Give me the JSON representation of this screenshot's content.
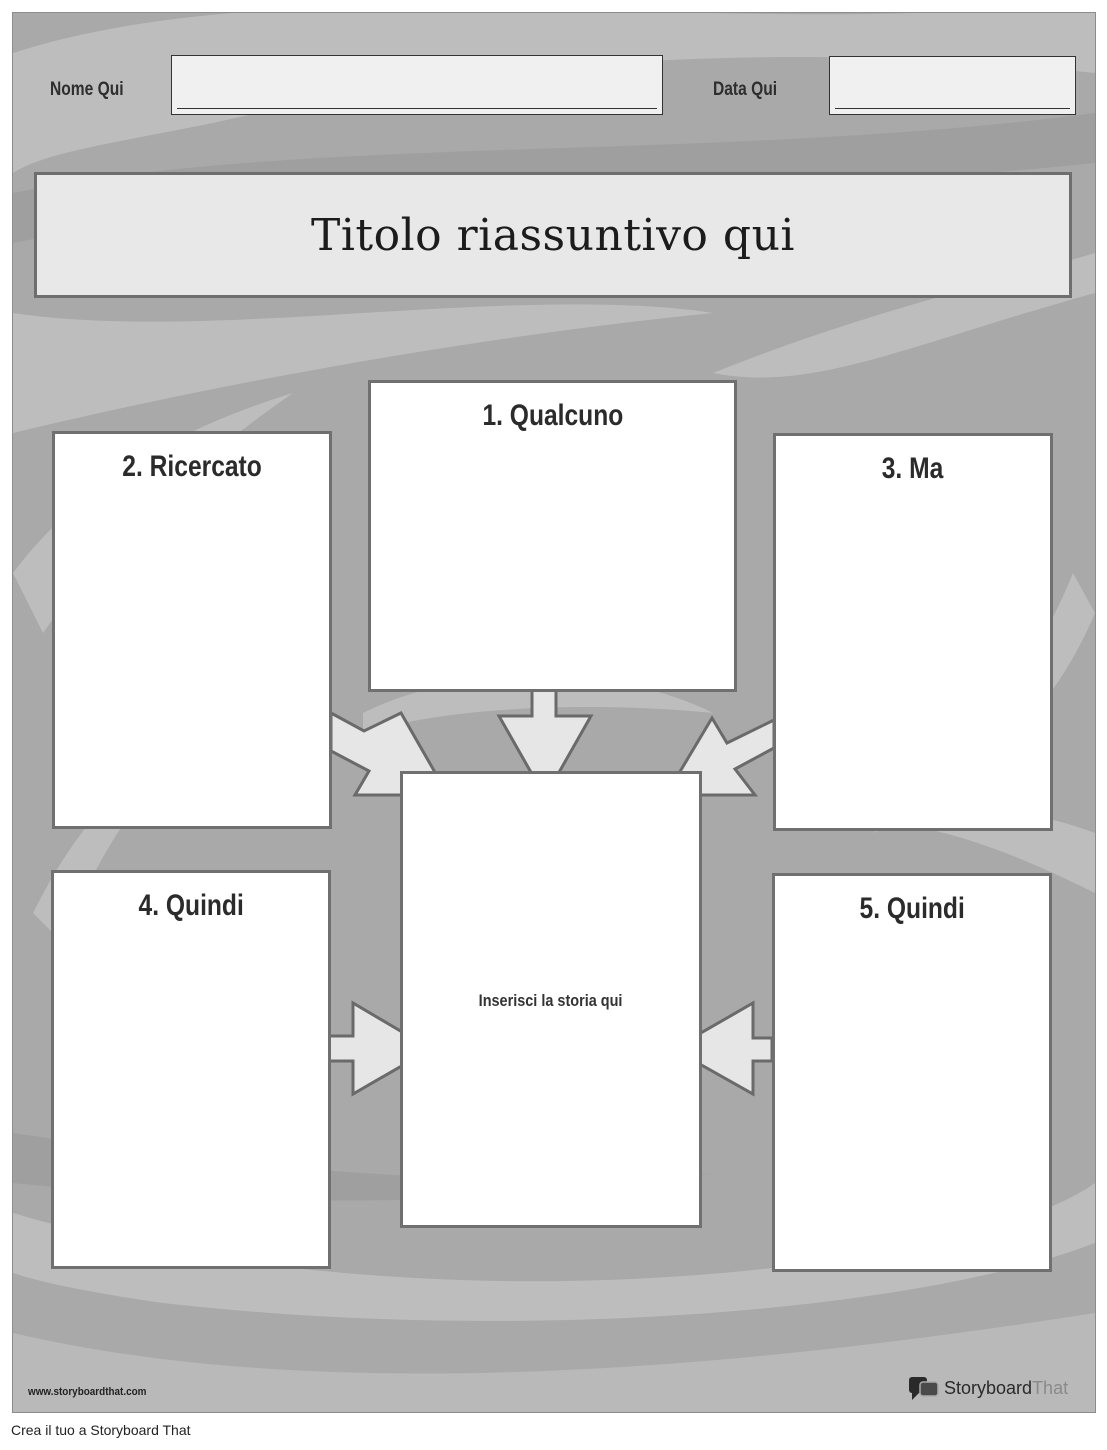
{
  "header": {
    "name_label": "Nome Qui",
    "date_label": "Data Qui"
  },
  "title": "Titolo riassuntivo qui",
  "panels": {
    "someone": "1. Qualcuno",
    "wanted": "2. Ricercato",
    "but": "3. Ma",
    "so": "4. Quindi",
    "then": "5. Quindi"
  },
  "center": {
    "text": "Inserisci la storia qui"
  },
  "footer": {
    "url": "www.storyboardthat.com",
    "brand_story": "Storyboard",
    "brand_that": "That",
    "brand_icon": "storyboard-speech-bubble-icon"
  },
  "caption": "Crea il tuo a Storyboard That",
  "colors": {
    "sheet": "#a9a9a9",
    "swirl_light": "#bdbdbd",
    "panel_border": "#707070",
    "arrow_fill": "#e6e6e6"
  }
}
